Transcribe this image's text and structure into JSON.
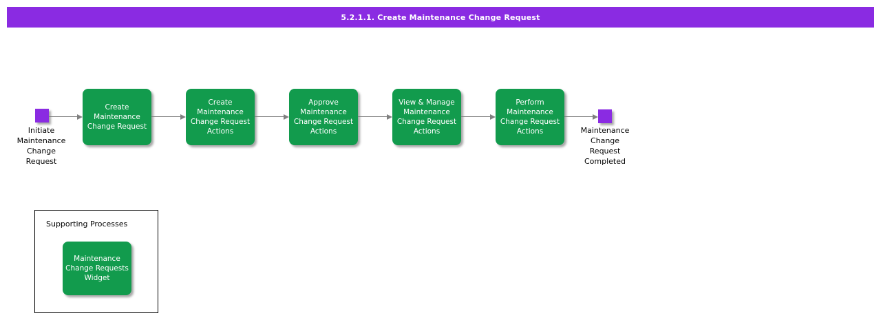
{
  "title_bar": {
    "label": "5.2.1.1. Create Maintenance Change Request",
    "bg_color": "#8A2BE2",
    "text_color": "#FFFFFF"
  },
  "flow": {
    "start_event": {
      "label": "Initiate\nMaintenance\nChange\nRequest"
    },
    "steps": [
      {
        "label": "Create\nMaintenance\nChange Request"
      },
      {
        "label": "Create\nMaintenance\nChange Request\nActions"
      },
      {
        "label": "Approve\nMaintenance\nChange Request\nActions"
      },
      {
        "label": "View & Manage\nMaintenance\nChange Request\nActions"
      },
      {
        "label": "Perform\nMaintenance\nChange Request\nActions"
      }
    ],
    "end_event": {
      "label": "Maintenance\nChange\nRequest\nCompleted"
    }
  },
  "supporting": {
    "title": "Supporting Processes",
    "widget": {
      "label": "Maintenance\nChange Requests\nWidget"
    }
  },
  "colors": {
    "accent_purple": "#8A2BE2",
    "node_green": "#129B4D",
    "arrow_gray": "#808080"
  }
}
